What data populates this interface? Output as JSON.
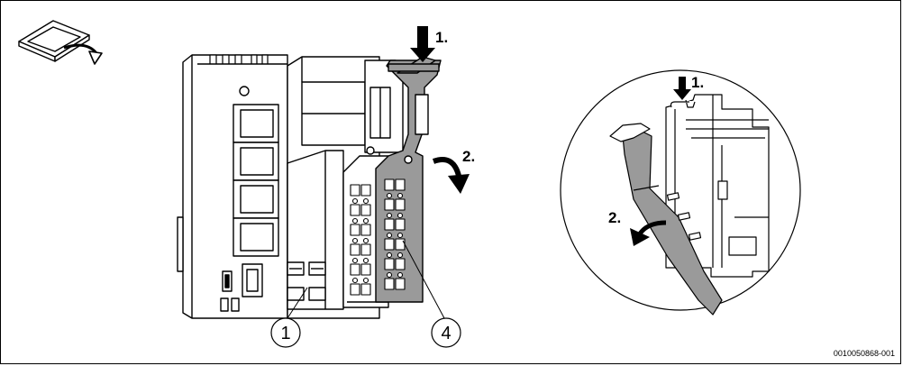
{
  "figure": {
    "steps": {
      "main_push": "1.",
      "main_tilt": "2.",
      "detail_push": "1.",
      "detail_tilt": "2."
    },
    "callouts": {
      "base_module": "1",
      "terminal_block": "4"
    },
    "image_code": "0010050868-001",
    "colors": {
      "line": "#000000",
      "highlight_grey": "#9a9a9a",
      "background": "#ffffff"
    },
    "icons": [
      "rotate-part-icon",
      "push-down-arrow-icon",
      "tilt-arrow-icon"
    ]
  }
}
